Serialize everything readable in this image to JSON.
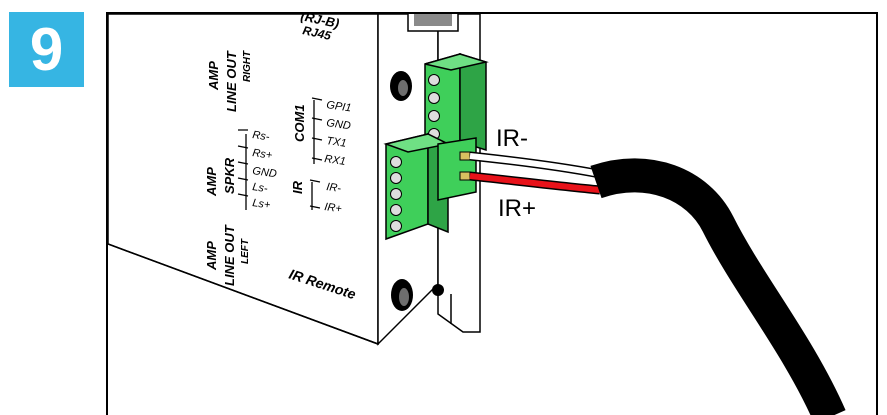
{
  "step": {
    "number": "9",
    "color": "#36b5e3"
  },
  "panel": {
    "header_partial": "(RJ-B)",
    "rj45": "RJ45",
    "amp_line_out_right": {
      "amp": "AMP",
      "line_out": "LINE OUT",
      "side": "RIGHT"
    },
    "amp_spkr": {
      "amp": "AMP",
      "spkr": "SPKR",
      "pins": [
        "Rs-",
        "Rs+",
        "GND",
        "Ls-",
        "Ls+"
      ]
    },
    "amp_line_out_left": {
      "amp": "AMP",
      "line_out": "LINE OUT",
      "side": "LEFT"
    },
    "com1": {
      "label": "COM1",
      "pins": [
        "GPI1",
        "GND",
        "TX1",
        "RX1"
      ]
    },
    "ir": {
      "label": "IR",
      "pins": [
        "IR-",
        "IR+"
      ]
    },
    "ir_remote": "IR Remote"
  },
  "callouts": {
    "ir_minus": "IR-",
    "ir_plus": "IR+"
  },
  "colors": {
    "terminal_green": "#3fcf5a",
    "wire_red": "#e8121a",
    "cable_black": "#000000"
  }
}
